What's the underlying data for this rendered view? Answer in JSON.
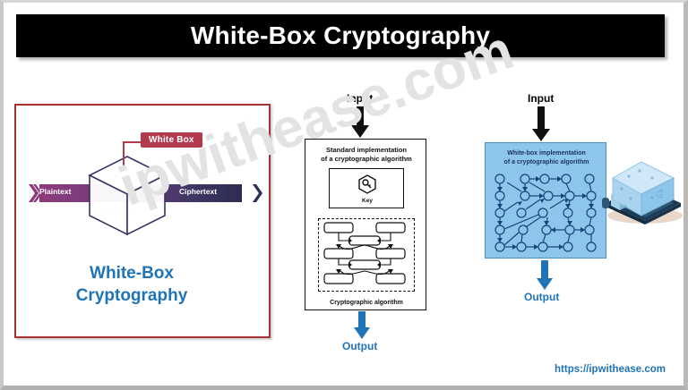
{
  "banner": {
    "title": "White-Box Cryptography"
  },
  "watermark": {
    "text": "ipwithease.com"
  },
  "left_panel": {
    "tag_label": "White Box",
    "band": {
      "left_label": "Plaintext",
      "right_label": "Ciphertext"
    },
    "caption_line1": "White-Box",
    "caption_line2": "Cryptography",
    "border_color": "#a83232",
    "tag_color": "#b33a4d",
    "caption_color": "#1f73b7"
  },
  "middle_panel": {
    "input_label": "Input",
    "heading_line1": "Standard implementation",
    "heading_line2": "of a cryptographic algorithm",
    "key_label": "Key",
    "algorithm_label": "Cryptographic algorithm",
    "output_label": "Output",
    "arrow_in_color": "#000000",
    "arrow_out_color": "#1f73b7"
  },
  "right_panel": {
    "input_label": "Input",
    "heading_line1": "White-box implementation",
    "heading_line2": "of a cryptographic algorithm",
    "output_label": "Output",
    "box_fill": "#8ec5ea",
    "arrow_in_color": "#000000",
    "arrow_out_color": "#1f73b7"
  },
  "footer": {
    "url": "https://ipwithease.com"
  }
}
